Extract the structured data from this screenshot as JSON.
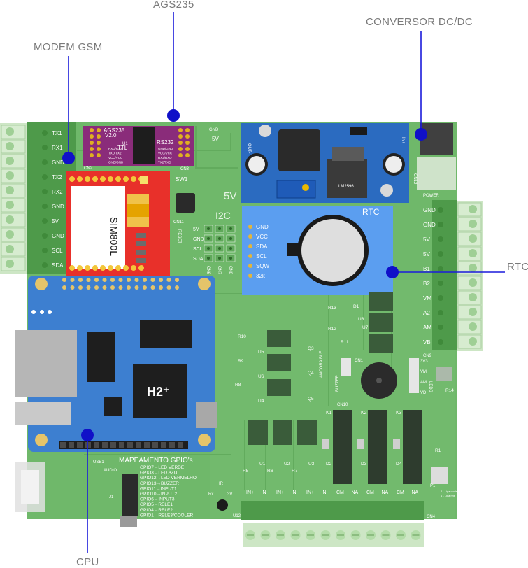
{
  "callouts": {
    "ags235": "AGS235",
    "conversor": "CONVERSOR DC/DC",
    "modem": "MODEM GSM",
    "rtc": "RTC",
    "cpu": "CPU"
  },
  "colors": {
    "pcb": "#6fb86a",
    "pcb_dark": "#4e9a4a",
    "callout_line": "#1a1adb",
    "callout_dot": "#1010c8",
    "rtc_module": "#5b9ef0",
    "cpu_board": "#3d7fd0",
    "modem_board": "#e8302a",
    "dcdc_board": "#2b6bc0",
    "ags_board": "#8a2c7a",
    "terminal": "#cde6c5"
  },
  "pcb": {
    "left_pins": [
      "TX1",
      "RX1",
      "GND",
      "TX2",
      "RX2",
      "GND",
      "5V",
      "GND",
      "SCL",
      "SDA"
    ],
    "right_pins": [
      "GND",
      "GND",
      "5V",
      "5V",
      "B1",
      "B2",
      "VM",
      "A2",
      "AM",
      "VB"
    ],
    "i2c_label": "I2C",
    "i2c_pins": [
      "5V",
      "GND",
      "SCL",
      "SDA"
    ],
    "i2c_bottom": [
      "CN6",
      "CN7",
      "CN8"
    ],
    "fivev": "5V",
    "sw1": "SW1",
    "cn11": "CN11",
    "reset": "RESET",
    "cn1": "CN1",
    "cn2": "CN2",
    "cn3": "CN3",
    "cn4": "CN4",
    "cn9": "CN9",
    "cn10": "CN10",
    "cn12": "CN12",
    "power": "POWER",
    "gnd": "GND",
    "usb": "USB1",
    "audio": "AUDIO",
    "j1": "J1",
    "ancora": "ANCORA BLE",
    "buzzer": "BUZZER",
    "leds": "LEDS",
    "mapping_title": "MAPEAMENTO GPIO's",
    "mapping": [
      "GPIO7→LED VERDE",
      "GPIO3→LED AZUL",
      "GPIO12→LED VERMELHO",
      "GPIO13→BUZZER",
      "GPIO11→INPUT1",
      "GPIO10→INPUT2",
      "GPIO6→INPUT3",
      "GPIO5→RELE1",
      "GPIO4→RELE2",
      "GPIO1→RELE3/COOLER"
    ],
    "bottom_terms": [
      "IN+",
      "IN−",
      "IN+",
      "IN−",
      "IN+",
      "IN−",
      "CM",
      "NA",
      "CM",
      "NA",
      "CM",
      "NA"
    ],
    "ir": "IR",
    "rx_label": "Rx",
    "v3": "3V",
    "u12": "U12",
    "relays": [
      "K1",
      "K2",
      "K3"
    ],
    "resistors": [
      "R10",
      "R9",
      "R8",
      "R13",
      "R12",
      "R11",
      "R14"
    ],
    "chips": [
      "U5",
      "U6",
      "U4",
      "Q3",
      "Q4",
      "Q5",
      "U1",
      "U2",
      "U3",
      "D2",
      "D3",
      "D4",
      "R1",
      "R5",
      "R6",
      "R7",
      "D1",
      "U7",
      "U8"
    ],
    "v33": "3V3",
    "vm": "VM",
    "am": "AM",
    "vd": "VD",
    "p1": "P1",
    "note1": "2 - Liga cooler",
    "note2": "1 - Liga rele"
  },
  "ags": {
    "name": "AGS235",
    "ver": "V2.0",
    "u1": "U1",
    "ttl": "TTL",
    "rs232": "RS232",
    "left_rows": [
      "RXD/RX2",
      "TXD/TX2",
      "VCC/VCC",
      "GND/GND"
    ],
    "right_rows": [
      "GND/GND",
      "VCC/VCC",
      "RX2/RXD",
      "TX2/TXD"
    ]
  },
  "modem": {
    "name": "SIM800L"
  },
  "dcdc": {
    "in": "IN+",
    "out": "OUT-",
    "chip": "LM2596"
  },
  "rtc": {
    "title": "RTC",
    "pins": [
      "GND",
      "VCC",
      "SDA",
      "SCL",
      "SQW",
      "32k"
    ]
  },
  "cpu": {
    "logo": "H2⁺"
  }
}
